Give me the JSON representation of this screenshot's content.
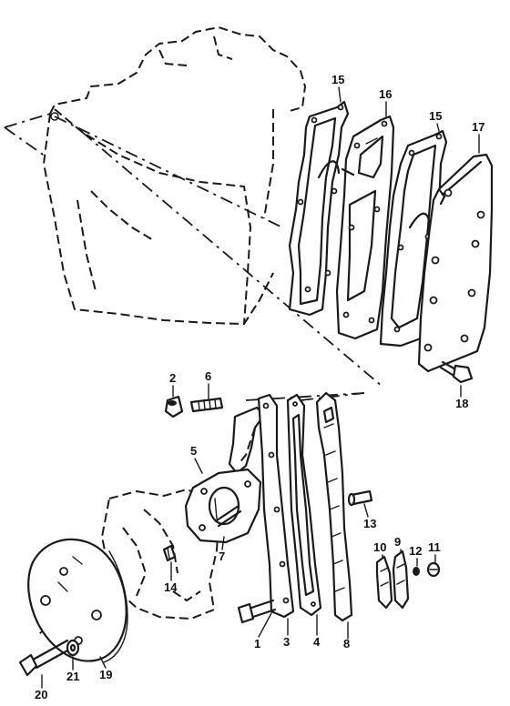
{
  "parts": [
    {
      "number": "1"
    },
    {
      "number": "2"
    },
    {
      "number": "3"
    },
    {
      "number": "4"
    },
    {
      "number": "5"
    },
    {
      "number": "6"
    },
    {
      "number": "7"
    },
    {
      "number": "8"
    },
    {
      "number": "9"
    },
    {
      "number": "10"
    },
    {
      "number": "11"
    },
    {
      "number": "12"
    },
    {
      "number": "13"
    },
    {
      "number": "14"
    },
    {
      "number": "15"
    },
    {
      "number": "15"
    },
    {
      "number": "16"
    },
    {
      "number": "17"
    },
    {
      "number": "18"
    },
    {
      "number": "19"
    },
    {
      "number": "20"
    },
    {
      "number": "21"
    }
  ]
}
